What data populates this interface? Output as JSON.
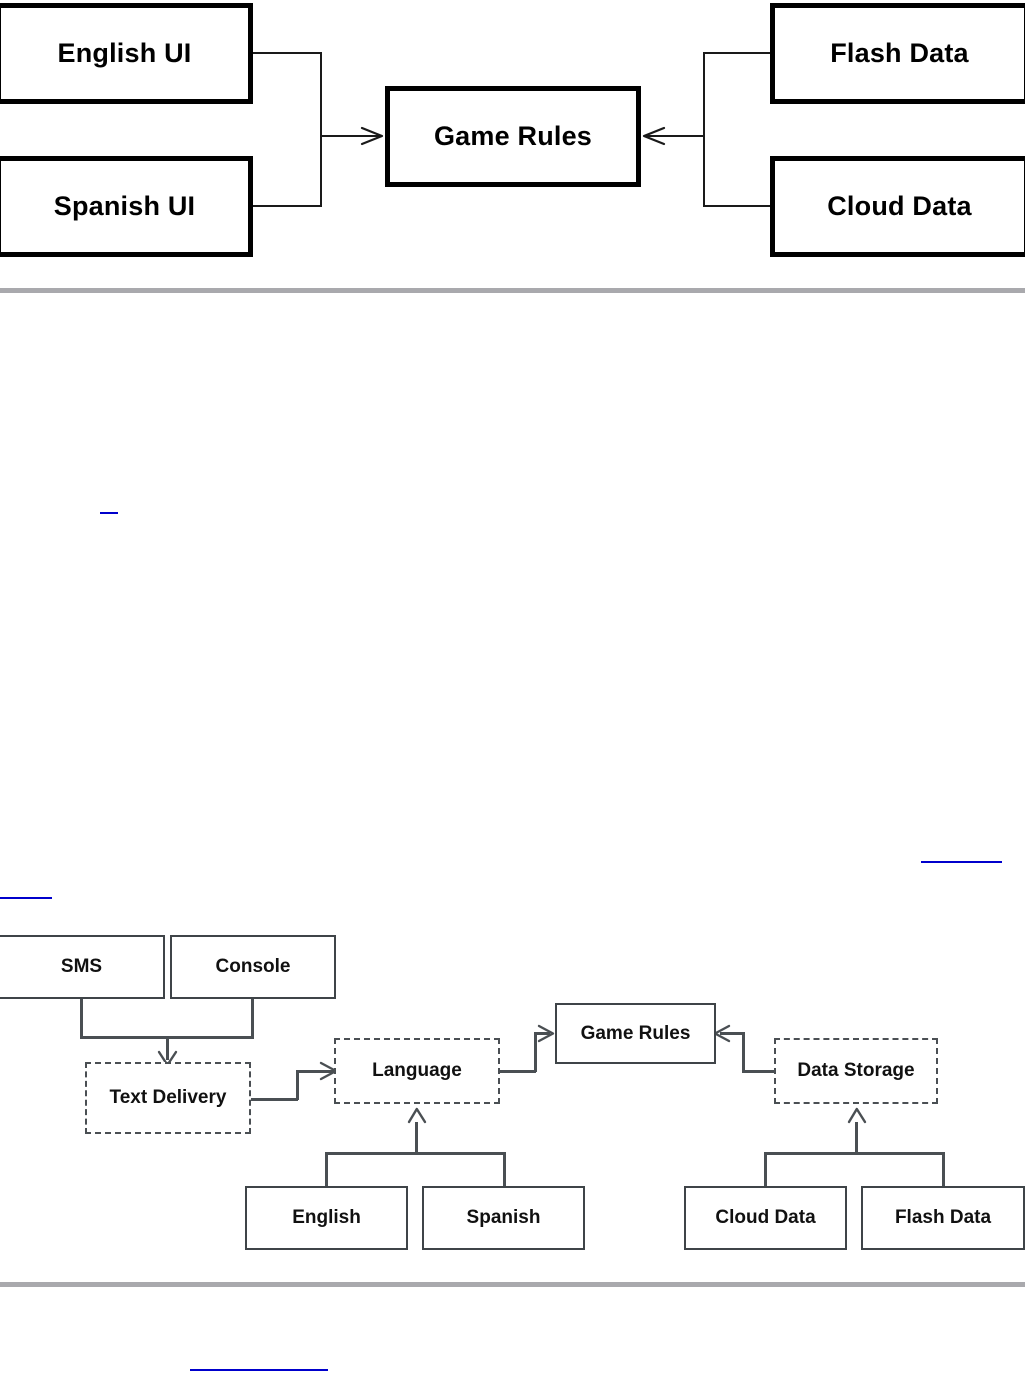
{
  "document": {
    "figure1": {
      "name": "system-context-diagram",
      "nodes": [
        {
          "id": "english-ui",
          "label": "English UI"
        },
        {
          "id": "spanish-ui",
          "label": "Spanish UI"
        },
        {
          "id": "game-rules",
          "label": "Game Rules"
        },
        {
          "id": "flash-data",
          "label": "Flash Data"
        },
        {
          "id": "cloud-data",
          "label": "Cloud Data"
        }
      ],
      "edges": [
        {
          "from": "english-ui",
          "to": "game-rules",
          "direction": "right"
        },
        {
          "from": "spanish-ui",
          "to": "game-rules",
          "direction": "right"
        },
        {
          "from": "flash-data",
          "to": "game-rules",
          "direction": "left"
        },
        {
          "from": "cloud-data",
          "to": "game-rules",
          "direction": "left"
        }
      ]
    },
    "figure2": {
      "name": "detailed-architecture-diagram",
      "nodes": [
        {
          "id": "sms",
          "label": "SMS",
          "style": "solid"
        },
        {
          "id": "console",
          "label": "Console",
          "style": "solid"
        },
        {
          "id": "text-delivery",
          "label": "Text Delivery",
          "style": "dashed"
        },
        {
          "id": "language",
          "label": "Language",
          "style": "dashed"
        },
        {
          "id": "game-rules",
          "label": "Game Rules",
          "style": "solid"
        },
        {
          "id": "data-storage",
          "label": "Data Storage",
          "style": "dashed"
        },
        {
          "id": "english",
          "label": "English",
          "style": "solid"
        },
        {
          "id": "spanish",
          "label": "Spanish",
          "style": "solid"
        },
        {
          "id": "cloud-data",
          "label": "Cloud Data",
          "style": "solid"
        },
        {
          "id": "flash-data",
          "label": "Flash Data",
          "style": "solid"
        }
      ],
      "edges": [
        {
          "from": "sms",
          "to": "text-delivery",
          "direction": "down"
        },
        {
          "from": "console",
          "to": "text-delivery",
          "direction": "down"
        },
        {
          "from": "text-delivery",
          "to": "language",
          "direction": "right"
        },
        {
          "from": "english",
          "to": "language",
          "direction": "up"
        },
        {
          "from": "spanish",
          "to": "language",
          "direction": "up"
        },
        {
          "from": "language",
          "to": "game-rules",
          "direction": "right"
        },
        {
          "from": "data-storage",
          "to": "game-rules",
          "direction": "left"
        },
        {
          "from": "cloud-data",
          "to": "data-storage",
          "direction": "up"
        },
        {
          "from": "flash-data",
          "to": "data-storage",
          "direction": "up"
        }
      ]
    },
    "colors": {
      "box_border_thick": "#000000",
      "box_border_thin": "#3f4448",
      "connector": "#4a4f53",
      "separator_rule": "#a9a9ad",
      "link": "#0000cc",
      "page_background": "#ffffff"
    }
  }
}
